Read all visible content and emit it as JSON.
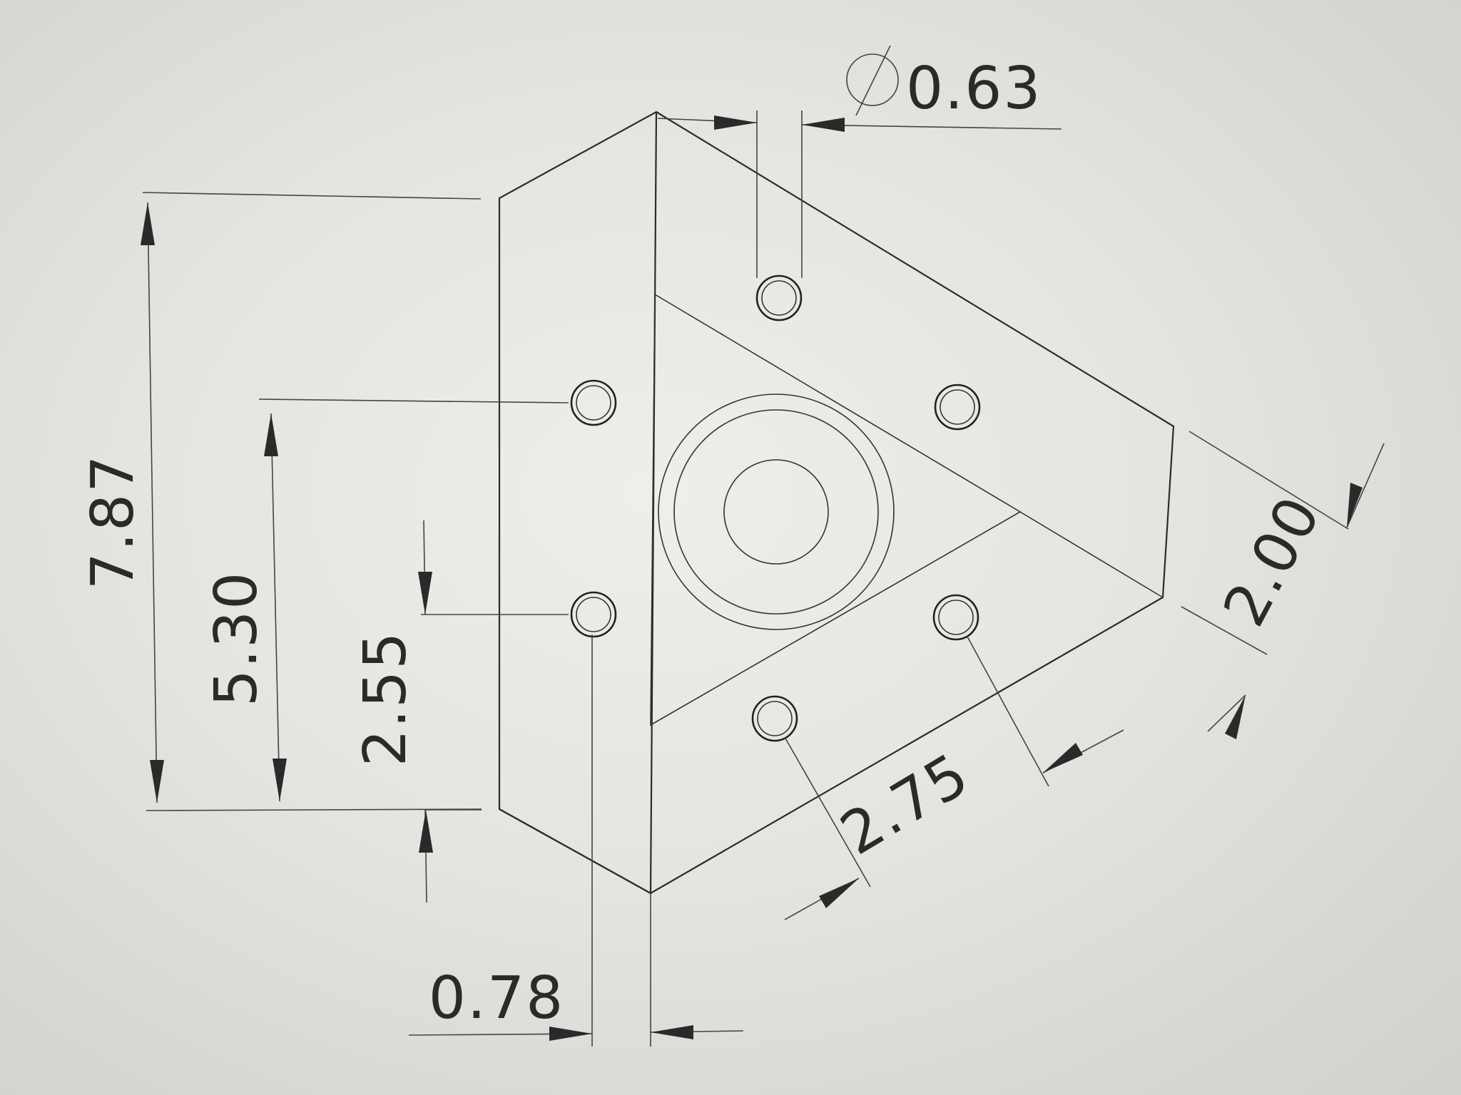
{
  "drawing": {
    "dimensions": {
      "hole_diameter": "0.63",
      "overall_height": "7.87",
      "hole_spacing_outer": "5.30",
      "hole_offset_bottom": "2.55",
      "hole_offset_edge": "0.78",
      "hole_spacing_diagonal": "2.75",
      "face_width": "2.00"
    },
    "diameter_symbol": "⌀"
  }
}
